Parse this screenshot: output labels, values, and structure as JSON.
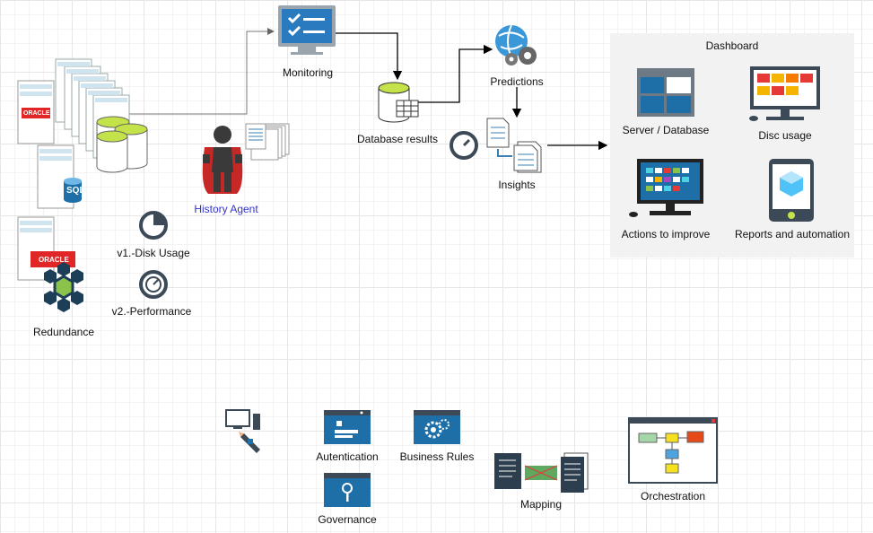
{
  "labels": {
    "monitoring": "Monitoring",
    "database_results": "Database results",
    "predictions": "Predictions",
    "insights": "Insights",
    "history_agent": "History Agent",
    "v1_disk_usage": "v1.-Disk Usage",
    "v2_performance": "v2.-Performance",
    "redundance": "Redundance",
    "autentication": "Autentication",
    "business_rules": "Business Rules",
    "governance": "Governance",
    "mapping": "Mapping",
    "orchestration": "Orchestration"
  },
  "dashboard": {
    "title": "Dashboard",
    "server_database": "Server / Database",
    "disc_usage": "Disc usage",
    "actions_to_improve": "Actions to improve",
    "reports_and_automation": "Reports and automation"
  },
  "logos": {
    "oracle": "ORACLE",
    "sql": "SQL"
  },
  "colors": {
    "history_agent_text": "#3333cc",
    "dashboard_bg": "#f2f2f2",
    "icon_blue": "#1e6fa8",
    "oracle_red": "#e02626",
    "db_green": "#c4e34a"
  }
}
